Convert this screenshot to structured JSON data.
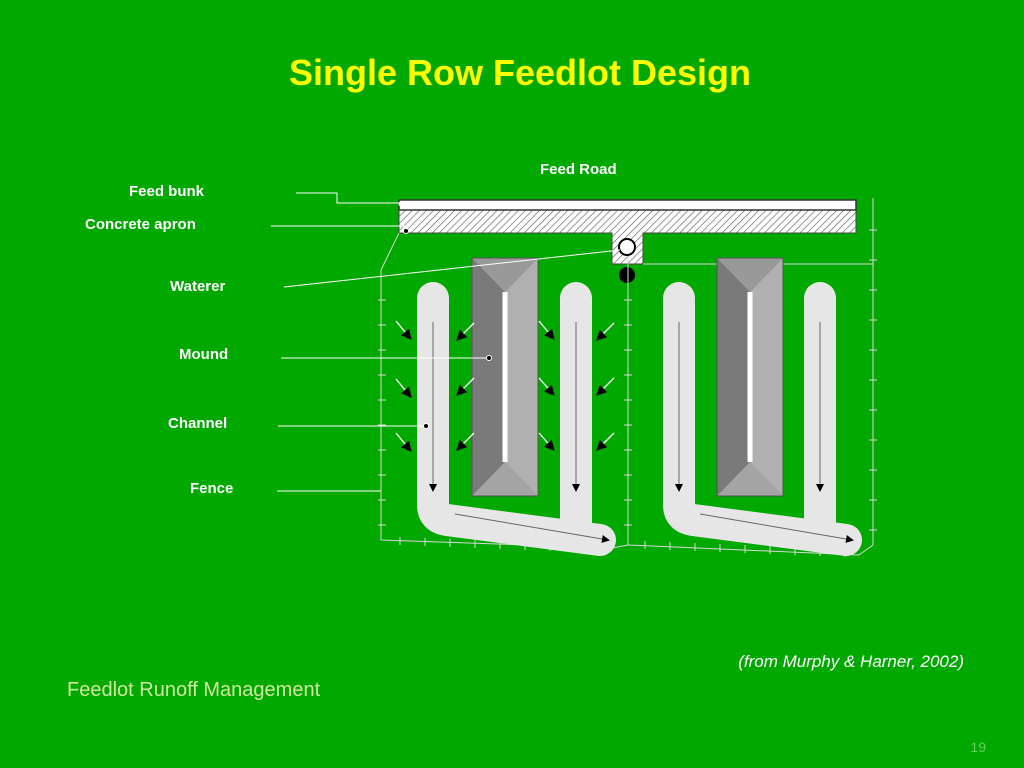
{
  "slide": {
    "title": "Single Row Feedlot Design",
    "citation": "(from Murphy & Harner, 2002)",
    "footer": "Feedlot Runoff Management",
    "page_number": "19"
  },
  "diagram": {
    "top_label": "Feed Road",
    "labels": {
      "feed_bunk": "Feed bunk",
      "concrete_apron": "Concrete apron",
      "waterer": "Waterer",
      "mound": "Mound",
      "channel": "Channel",
      "fence": "Fence"
    },
    "pen_count": 2
  },
  "colors": {
    "background": "#00a800",
    "title": "#ffff00",
    "channel": "#e6e6e6",
    "mound_dark": "#7a7a7a",
    "mound_light": "#b0b0b0",
    "fence": "#d8d8d8"
  }
}
